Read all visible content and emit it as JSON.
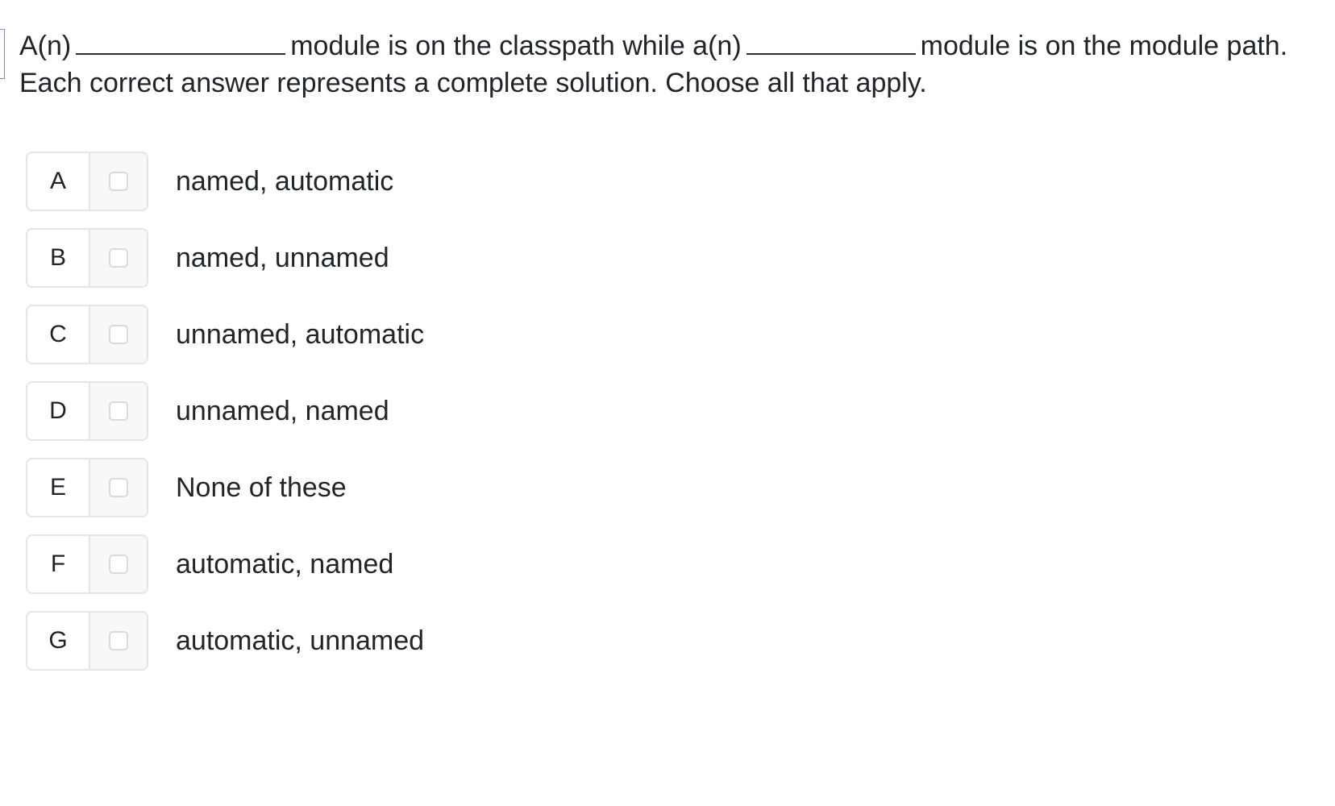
{
  "question": {
    "part1": "A(n)",
    "part2": "module is on the classpath while a(n)",
    "part3": "module is on the module path.",
    "instruction": "Each correct answer represents a complete solution. Choose all that apply."
  },
  "options": [
    {
      "letter": "A",
      "text": "named, automatic",
      "checked": false
    },
    {
      "letter": "B",
      "text": "named, unnamed",
      "checked": false
    },
    {
      "letter": "C",
      "text": "unnamed, automatic",
      "checked": false
    },
    {
      "letter": "D",
      "text": "unnamed, named",
      "checked": false
    },
    {
      "letter": "E",
      "text": "None of these",
      "checked": false
    },
    {
      "letter": "F",
      "text": "automatic, named",
      "checked": false
    },
    {
      "letter": "G",
      "text": "automatic, unnamed",
      "checked": false
    }
  ],
  "colors": {
    "text": "#212529",
    "border": "#e3e5e8",
    "checkbox_bg": "#f7f8fa",
    "marker": "#6f94c4"
  }
}
